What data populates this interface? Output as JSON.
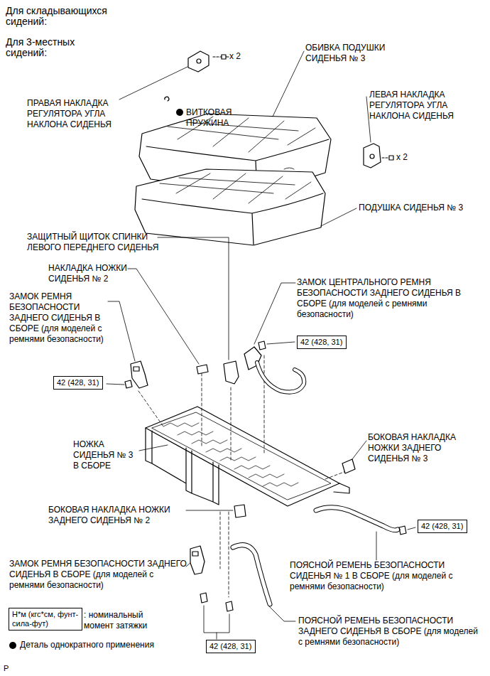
{
  "diagram": {
    "nodes": [
      {
        "text": [
          "42 (428, 31)"
        ]
      },
      {
        "text": [
          "42 (428, 31)"
        ]
      },
      {
        "text": [
          "42 (428, 31)"
        ]
      },
      {
        "text": [
          "42 (428, 31)"
        ]
      },
      {
        "text": [
          "Н*м (кгс*см, фунт-сила-фут)"
        ]
      }
    ],
    "labels": [
      "Для складывающихся сидений:",
      "Для 3-местных сидений:",
      "x 2",
      "ПРАВАЯ НАКЛАДКА РЕГУЛЯТОРА УГЛА НАКЛОНА СИДЕНЬЯ",
      "ВИТКОВАЯ ПРУЖИНА",
      "ОБИВКА ПОДУШКИ СИДЕНЬЯ № 3",
      "ЛЕВАЯ НАКЛАДКА РЕГУЛЯТОРА УГЛА НАКЛОНА СИДЕНЬЯ",
      "x 2",
      "ПОДУШКА СИДЕНЬЯ № 3",
      "ЗАЩИТНЫЙ ЩИТОК СПИНКИ ЛЕВОГО ПЕРЕДНЕГО СИДЕНЬЯ",
      "НАКЛАДКА НОЖКИ СИДЕНЬЯ № 2",
      "ЗАМОК ЦЕНТРАЛЬНОГО РЕМНЯ БЕЗОПАСНОСТИ ЗАДНЕГО СИДЕНЬЯ В СБОРЕ (для моделей с ремнями безопасности)",
      "ЗАМОК РЕМНЯ БЕЗОПАСНОСТИ ЗАДНЕГО СИДЕНЬЯ В СБОРЕ (для моделей с ремнями безопасности)",
      "НОЖКА СИДЕНЬЯ № 3 В СБОРЕ",
      "БОКОВАЯ НАКЛАДКА НОЖКИ ЗАДНЕГО СИДЕНЬЯ № 3",
      "БОКОВАЯ НАКЛАДКА НОЖКИ ЗАДНЕГО СИДЕНЬЯ № 2",
      "ЗАМОК РЕМНЯ БЕЗОПАСНОСТИ ЗАДНЕГО СИДЕНЬЯ В СБОРЕ (для моделей с ремнями безопасности)",
      "ПОЯСНОЙ РЕМЕНЬ БЕЗОПАСНОСТИ СИДЕНЬЯ № 1 В СБОРЕ (для моделей с ремнями безопасности)",
      "ПОЯСНОЙ РЕМЕНЬ БЕЗОПАСНОСТИ ЗАДНЕГО СИДЕНЬЯ В СБОРЕ (для моделей с ремнями безопасности)",
      ": номинальный момент затяжки",
      "P"
    ],
    "legend": [
      {
        "text": "Деталь однократного применения"
      }
    ]
  }
}
